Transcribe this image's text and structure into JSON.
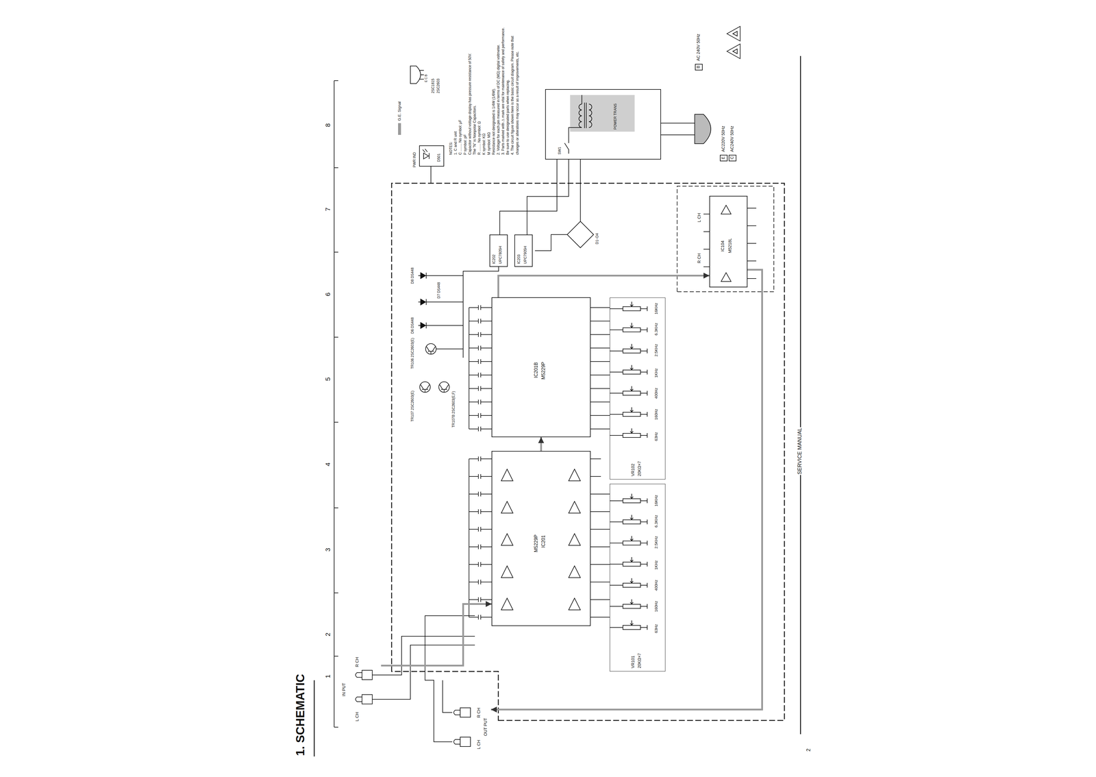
{
  "diagram": {
    "title": "1. SCHEMATIC",
    "nodes": [
      {
        "text": [
          "IN PUT",
          "L CH",
          "R CH"
        ]
      },
      {
        "text": [
          "OUT PUT",
          "L CH",
          "R CH"
        ]
      },
      {
        "text": [
          "M5229P",
          "IC201"
        ]
      },
      {
        "text": [
          "IC201B",
          "M5229P"
        ]
      },
      {
        "text": [
          "VR101",
          "20KΩ×7",
          "63Hz",
          "160Hz",
          "400Hz",
          "1KHz",
          "2.5KHz",
          "6.3KHz",
          "16KHz"
        ]
      },
      {
        "text": [
          "VR102",
          "20KΩ×7",
          "63Hz",
          "160Hz",
          "400Hz",
          "1KHz",
          "2.5KHz",
          "6.3KHz",
          "16KHz"
        ]
      },
      {
        "text": [
          "IC104",
          "M5218L",
          "L CH",
          "R CH"
        ]
      },
      {
        "text": [
          "IC202",
          "UPC7805H"
        ]
      },
      {
        "text": [
          "IC203",
          "UPC7905H"
        ]
      },
      {
        "text": [
          "SW1",
          "POWER TRANS"
        ]
      },
      {
        "text": [
          "PWR IND",
          "D501"
        ]
      }
    ],
    "edges": [
      {
        "from": 0,
        "to": 2,
        "arrow": "to"
      },
      {
        "from": 2,
        "to": 3,
        "arrow": "to"
      },
      {
        "from": 3,
        "to": 6,
        "arrow": "to"
      },
      {
        "from": 6,
        "to": 1,
        "arrow": "to"
      },
      {
        "from": 9,
        "to": 7,
        "arrow": "none"
      },
      {
        "from": 9,
        "to": 8,
        "arrow": "none"
      }
    ],
    "labels": [
      "1",
      "2",
      "3",
      "4",
      "5",
      "6",
      "7",
      "8",
      "NOTES:",
      "1. C and R unit",
      "C ........ No symbol: μF",
      "P symbol: pF",
      "Capacitor without voltage display has pressure resistance of 50V.",
      "The \"N\" is Nonpolar Capacitors.",
      "R ........ No symbol: Ω",
      "K symbol: KΩ",
      "M symbol: MΩ",
      "Resistance not designated is 1/4W (1/6W).",
      "2. Voltage for each pin measured in terms of DC (MΩ) digital voltmeter.",
      "3. Parts marked with ⚠ mark are vital for maintenance of safety and performance. Be sure to use designated parts when replacing.",
      "4. The circuit figure shown here is the basic circuit diagram. Please note that changes or alterations may occur as a result of improvements, etc.",
      "E C B",
      "2SC1815",
      "2SC2603",
      "TR107 2SC2603(E)",
      "TR107B 2SC2603(E,F)",
      "TR106 2SC2603(E)",
      "D6 DS448",
      "D7 DS448",
      "D8 DS448",
      "D1~D4",
      "B",
      "AC 240V 50Hz",
      "E",
      "AC220V 50Hz",
      "C",
      "AC240V 50Hz",
      "SERVICE MANUAL",
      "2"
    ],
    "legend": [
      {
        "text": "G.E. Signal",
        "color": "#9a9a9a"
      }
    ]
  }
}
